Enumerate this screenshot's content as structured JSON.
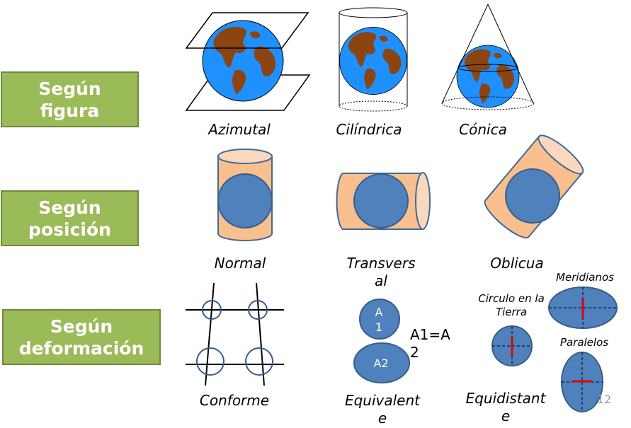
{
  "rows": {
    "figura": "Según figura",
    "posicion": "Según posición",
    "deformacion": "Según deformación"
  },
  "captions": {
    "azimutal": "Azimutal",
    "cilindrica": "Cilíndrica",
    "conica": "Cónica",
    "normal": "Normal",
    "transversal": "Transversal",
    "oblicua": "Oblicua",
    "conforme": "Conforme",
    "equivalente": "Equivalente",
    "equidistante": "Equidistante"
  },
  "equiv": {
    "a1": "A1",
    "a2": "A2",
    "equation": "A1=A2"
  },
  "equidist": {
    "circulo": "Circulo en la Tierra",
    "meridianos": "Meridianos",
    "paralelos": "Paralelos"
  },
  "page_number": "12",
  "colors": {
    "label_fill": "#9bbb59",
    "label_border": "#71893f",
    "ocean": "#1e90ff",
    "land": "#8b4513",
    "cylinder": "#f9bf8f",
    "blue_shape": "#4f81bd",
    "red_mark": "#e00000"
  }
}
